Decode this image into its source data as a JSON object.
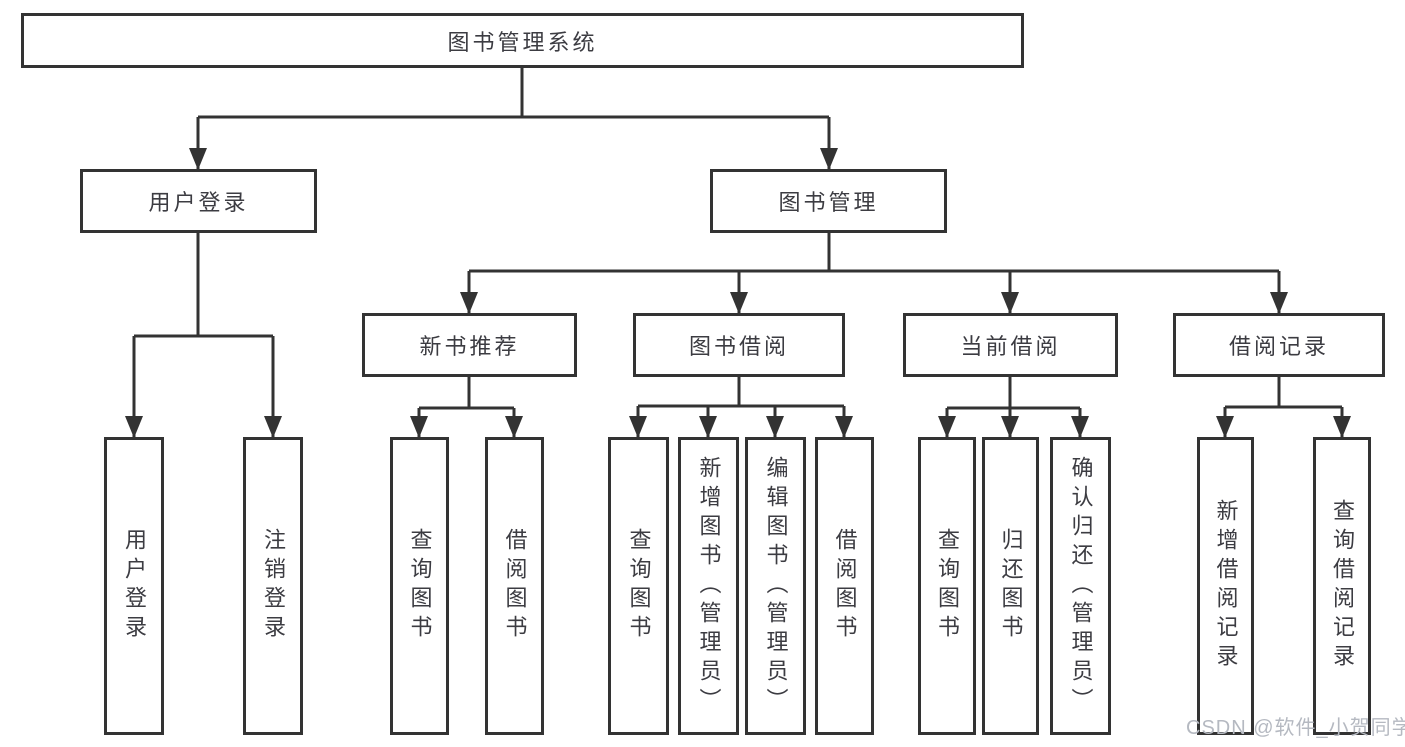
{
  "tree": {
    "label": "图书管理系统",
    "children": [
      {
        "label": "用户登录",
        "children": [
          {
            "label": "用户登录"
          },
          {
            "label": "注销登录"
          }
        ]
      },
      {
        "label": "图书管理",
        "children": [
          {
            "label": "新书推荐",
            "children": [
              {
                "label": "查询图书"
              },
              {
                "label": "借阅图书"
              }
            ]
          },
          {
            "label": "图书借阅",
            "children": [
              {
                "label": "查询图书"
              },
              {
                "label": "新增图书（管理员）"
              },
              {
                "label": "编辑图书（管理员）"
              },
              {
                "label": "借阅图书"
              }
            ]
          },
          {
            "label": "当前借阅",
            "children": [
              {
                "label": "查询图书"
              },
              {
                "label": "归还图书"
              },
              {
                "label": "确认归还（管理员）"
              }
            ]
          },
          {
            "label": "借阅记录",
            "children": [
              {
                "label": "新增借阅记录"
              },
              {
                "label": "查询借阅记录"
              }
            ]
          }
        ]
      }
    ]
  },
  "watermark": {
    "text": "CSDN @软件_小贺同学"
  },
  "colors": {
    "line": "#333333",
    "text": "#3c3c42",
    "background": "#ffffff",
    "watermark": "#b5b9c1"
  }
}
